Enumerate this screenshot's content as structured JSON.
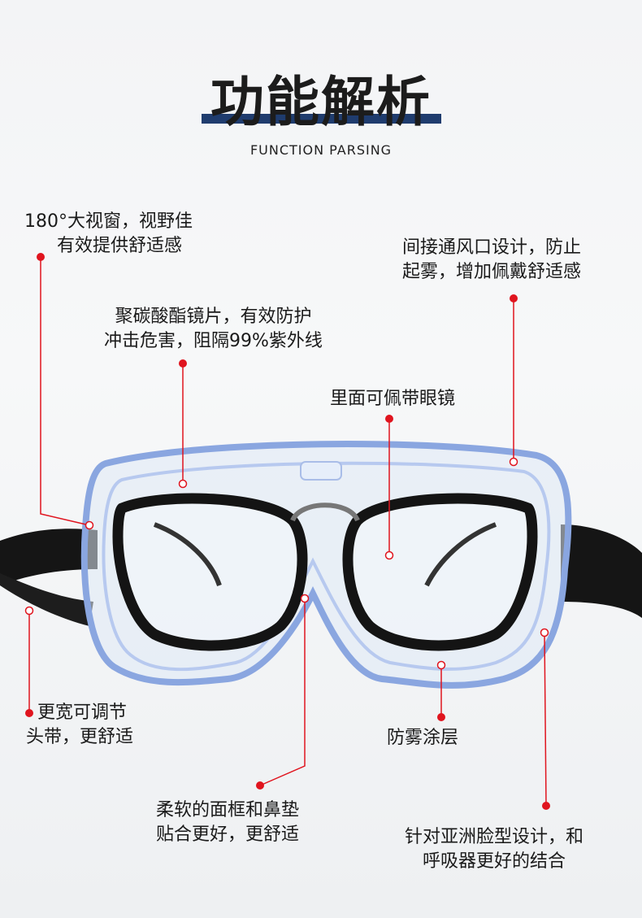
{
  "header": {
    "title": "功能解析",
    "subtitle": "FUNCTION PARSING",
    "accent_color": "#1f3c6e"
  },
  "callout_color": "#e0141e",
  "callouts": [
    {
      "line1": "180°大视窗，视野佳",
      "line2": "有效提供舒适感"
    },
    {
      "line1": "间接通风口设计，防止",
      "line2": "起雾，增加佩戴舒适感"
    },
    {
      "line1": "聚碳酸酯镜片，有效防护",
      "line2": "冲击危害，阻隔99%紫外线"
    },
    {
      "line1": "里面可佩带眼镜"
    },
    {
      "line1": "更宽可调节",
      "line2": "头带，更舒适"
    },
    {
      "line1": "防雾涂层"
    },
    {
      "line1": "柔软的面框和鼻垫",
      "line2": "贴合更好，更舒适"
    },
    {
      "line1": "针对亚洲脸型设计，和",
      "line2": "呼吸器更好的结合"
    }
  ]
}
